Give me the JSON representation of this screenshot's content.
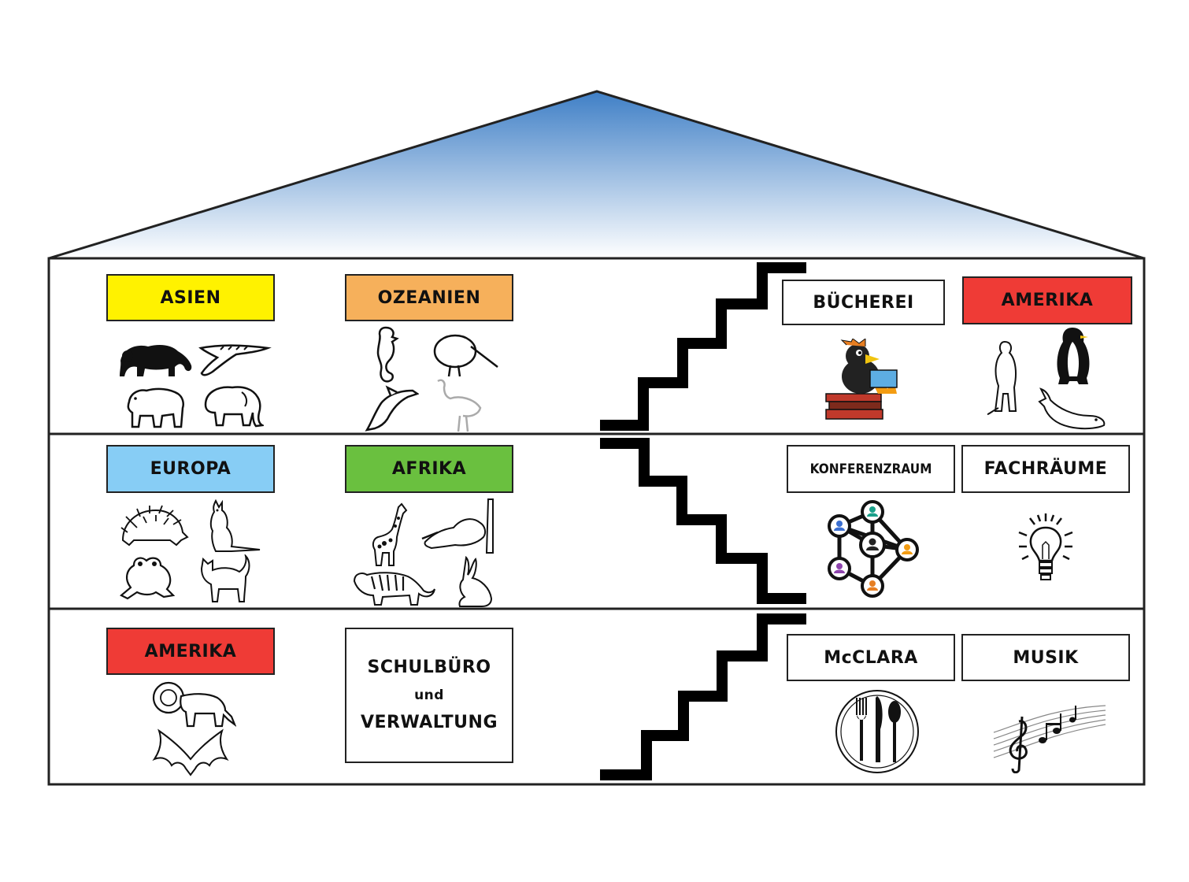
{
  "colors": {
    "roof_top": "#3f7fc6",
    "roof_bottom": "#ffffff",
    "asien": "#fff200",
    "ozeanien": "#f6b05b",
    "europa": "#87cdf5",
    "afrika": "#6ac03f",
    "amerika": "#ef3b36",
    "white": "#ffffff"
  },
  "floors": {
    "top": {
      "left": [
        {
          "label": "ASIEN",
          "icons": [
            "panther-icon",
            "crocodile-icon",
            "bear-icon",
            "elephant-icon"
          ]
        },
        {
          "label": "OZEANIEN",
          "icons": [
            "seahorse-icon",
            "kiwi-icon",
            "dolphin-icon",
            "emu-icon"
          ]
        }
      ],
      "right": [
        {
          "label": "BÜCHEREI",
          "icons": [
            "reading-raven-icon"
          ]
        },
        {
          "label": "AMERIKA",
          "icons": [
            "meerkat-icon",
            "penguin-icon",
            "beluga-icon"
          ]
        }
      ]
    },
    "middle": {
      "left": [
        {
          "label": "EUROPA",
          "icons": [
            "hedgehog-icon",
            "kangaroo-icon",
            "frog-icon",
            "cat-icon"
          ]
        },
        {
          "label": "AFRIKA",
          "icons": [
            "giraffe-icon",
            "beaver-icon",
            "tiger-icon",
            "rabbit-icon"
          ]
        }
      ],
      "right": [
        {
          "label": "KONFERENZRAUM",
          "icons": [
            "network-people-icon"
          ]
        },
        {
          "label": "FACHRÄUME",
          "icons": [
            "lightbulb-icon"
          ]
        }
      ]
    },
    "bottom": {
      "left": [
        {
          "label": "AMERIKA",
          "icons": [
            "lion-icon",
            "bat-icon"
          ]
        },
        {
          "label_lines": [
            "SCHULBÜRO",
            "und",
            "VERWALTUNG"
          ]
        }
      ],
      "right": [
        {
          "label": "McCLARA",
          "icons": [
            "plate-cutlery-icon"
          ]
        },
        {
          "label": "MUSIK",
          "icons": [
            "music-notes-icon"
          ]
        }
      ]
    }
  }
}
